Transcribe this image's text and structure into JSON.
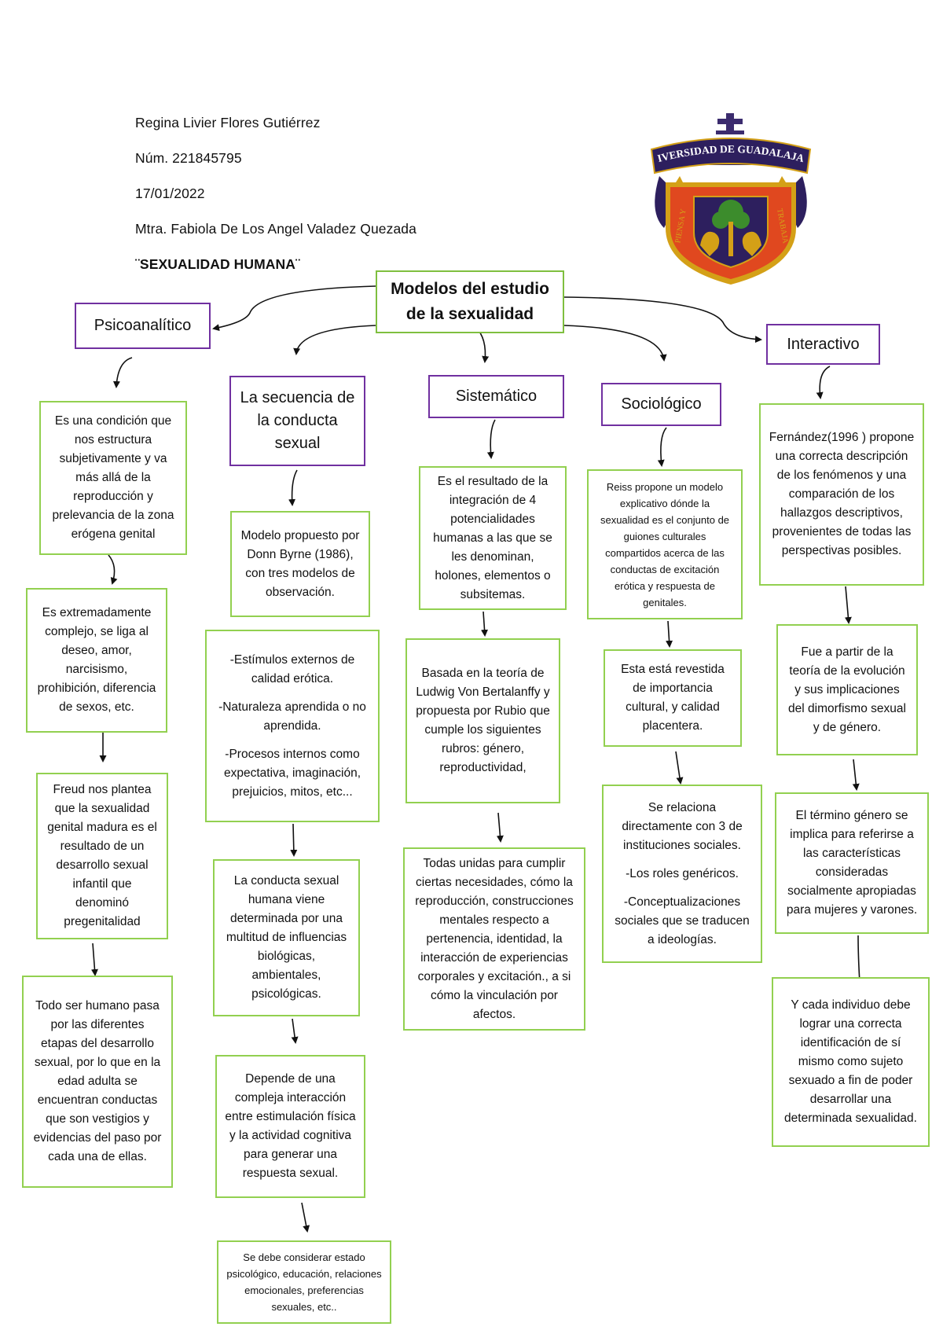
{
  "header": {
    "student_name": "Regina Livier Flores Gutiérrez",
    "student_number": "Núm. 221845795",
    "date": "17/01/2022",
    "teacher": "Mtra. Fabiola De Los Angel Valadez Quezada",
    "subject": "¨SEXUALIDAD HUMANA¨"
  },
  "logo": {
    "banner_text": "UNIVERSIDAD DE GUADALAJARA",
    "motto_left": "PIENSA Y",
    "motto_right": "TRABAJA"
  },
  "colors": {
    "purple_border": "#7030a0",
    "green_border": "#92d050"
  },
  "root": "Modelos del estudio de la sexualidad",
  "models": {
    "psicoanalitico": {
      "title": "Psicoanalítico",
      "nodes": [
        "Es una condición que nos estructura subjetivamente y va más allá de la reproducción y prelevancia de la zona erógena genital",
        "Es extremadamente complejo, se liga al deseo, amor, narcisismo, prohibición, diferencia de sexos, etc.",
        "Freud nos plantea que la sexualidad genital madura es el resultado de un desarrollo sexual infantil que denominó pregenitalidad",
        "Todo ser humano pasa por las diferentes etapas del desarrollo sexual, por lo que en la edad adulta se encuentran conductas que son vestigios y evidencias del paso por cada una de ellas."
      ]
    },
    "secuencia": {
      "title": "La secuencia de la conducta sexual",
      "nodes": [
        "Modelo propuesto por Donn Byrne (1986), con tres modelos de observación.",
        "La conducta sexual humana viene determinada por una multitud de influencias biológicas, ambientales, psicológicas.",
        "Depende de una compleja interacción entre estimulación física y la actividad cognitiva para generar una respuesta sexual.",
        "Se debe considerar estado psicológico, educación, relaciones emocionales, preferencias sexuales, etc.."
      ],
      "list": [
        "-Estímulos externos de calidad erótica.",
        "-Naturaleza aprendida o no aprendida.",
        "-Procesos internos como expectativa, imaginación, prejuicios, mitos, etc..."
      ]
    },
    "sistematico": {
      "title": "Sistemático",
      "nodes": [
        "Es el resultado de la integración de 4 potencialidades humanas a las que se les denominan, holones, elementos o subsitemas.",
        "Basada en la teoría de Ludwig Von Bertalanffy y propuesta por Rubio que cumple los siguientes rubros: género, reproductividad,",
        "Todas unidas para cumplir ciertas necesidades, cómo la reproducción, construcciones mentales respecto a pertenencia, identidad, la interacción de experiencias corporales y excitación., a si cómo la vinculación por afectos."
      ]
    },
    "sociologico": {
      "title": "Sociológico",
      "nodes": [
        "Reiss propone un modelo explicativo dónde la sexualidad es el conjunto de guiones culturales compartidos acerca de las conductas de excitación erótica y respuesta de genitales.",
        "Esta está revestida de importancia cultural, y calidad placentera."
      ],
      "list": [
        "Se relaciona directamente con 3 de instituciones sociales.",
        "-Los roles genéricos.",
        "-Conceptualizaciones sociales que se traducen a ideologías."
      ]
    },
    "interactivo": {
      "title": "Interactivo",
      "nodes": [
        "Fernández(1996 ) propone una correcta descripción de los fenómenos y una comparación de los hallazgos descriptivos, provenientes de todas las perspectivas posibles.",
        "Fue a partir de la teoría de la evolución y sus implicaciones del dimorfismo sexual y de género.",
        "El término género se implica para referirse a las características consideradas socialmente apropiadas para mujeres y varones.",
        "Y cada individuo debe lograr una correcta identificación de sí mismo como sujeto sexuado a fin de poder desarrollar una determinada sexualidad."
      ]
    }
  }
}
